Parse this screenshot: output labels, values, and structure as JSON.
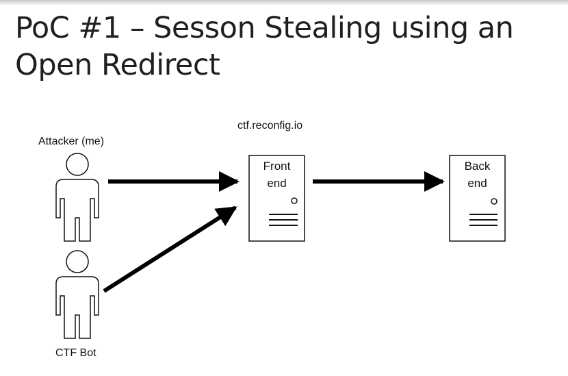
{
  "slide": {
    "title": "PoC #1 – Sesson Stealing using an Open Redirect"
  },
  "diagram": {
    "domain_label": "ctf.reconfig.io",
    "actors": {
      "attacker": "Attacker (me)",
      "bot": "CTF Bot"
    },
    "servers": {
      "frontend": {
        "line1": "Front",
        "line2": "end"
      },
      "backend": {
        "line1": "Back",
        "line2": "end"
      }
    }
  }
}
